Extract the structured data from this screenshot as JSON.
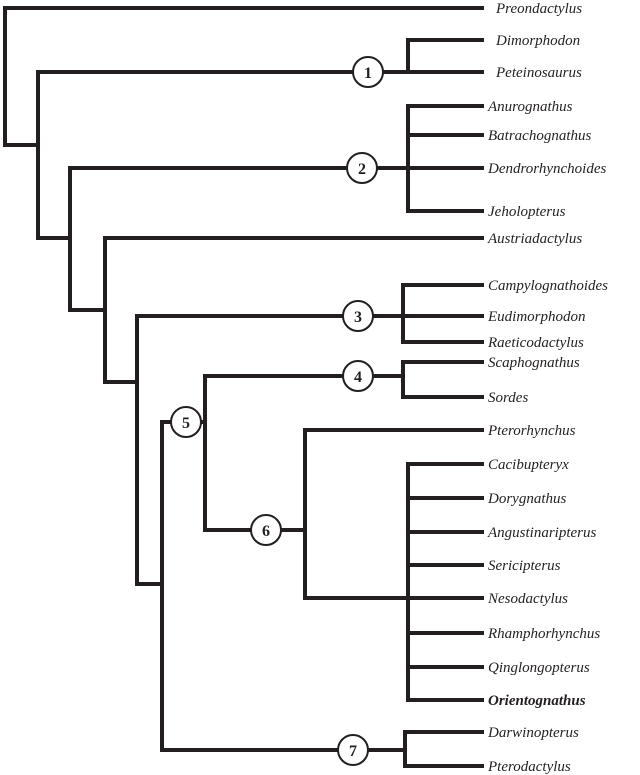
{
  "taxa": [
    "Preondactylus",
    "Dimorphodon",
    "Peteinosaurus",
    "Anurognathus",
    "Batrachognathus",
    "Dendrorhynchoides",
    "Jeholopterus",
    "Austriadactylus",
    "Campylognathoides",
    "Eudimorphodon",
    "Raeticodactylus",
    "Scaphognathus",
    "Sordes",
    "Pterorhynchus",
    "Cacibupteryx",
    "Dorygnathus",
    "Angustinaripterus",
    "Sericipterus",
    "Nesodactylus",
    "Rhamphorhynchus",
    "Qinglongopterus",
    "Orientognathus",
    "Darwinopterus",
    "Pterodactylus"
  ],
  "highlighted_taxon": "Orientognathus",
  "nodes": [
    "1",
    "2",
    "3",
    "4",
    "5",
    "6",
    "7"
  ],
  "colors": {
    "line": "#231f20",
    "background": "#ffffff"
  }
}
